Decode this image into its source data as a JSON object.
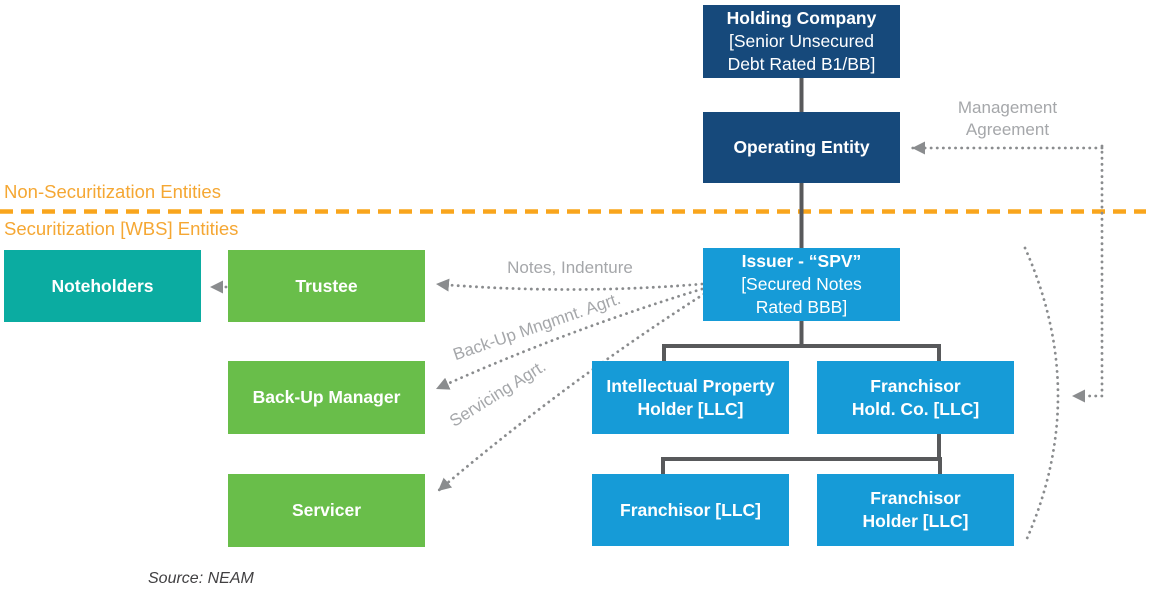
{
  "sections": {
    "non_securitization": "Non-Securitization Entities",
    "securitization": "Securitization [WBS] Entities"
  },
  "nodes": {
    "holding_company": {
      "lines": [
        "Holding Company"
      ],
      "subtitle": [
        "[Senior Unsecured",
        "Debt Rated B1/BB]"
      ]
    },
    "operating_entity": {
      "lines": [
        "Operating Entity"
      ]
    },
    "issuer_spv": {
      "lines": [
        "Issuer - “SPV”"
      ],
      "subtitle": [
        "[Secured Notes",
        "Rated BBB]"
      ]
    },
    "noteholders": {
      "lines": [
        "Noteholders"
      ]
    },
    "trustee": {
      "lines": [
        "Trustee"
      ]
    },
    "backup_manager": {
      "lines": [
        "Back-Up Manager"
      ]
    },
    "servicer": {
      "lines": [
        "Servicer"
      ]
    },
    "ip_holder": {
      "lines": [
        "Intellectual Property",
        "Holder [LLC]"
      ]
    },
    "franchisor_holdco": {
      "lines": [
        "Franchisor",
        "Hold. Co. [LLC]"
      ]
    },
    "franchisor": {
      "lines": [
        "Franchisor [LLC]"
      ]
    },
    "franchisor_holder": {
      "lines": [
        "Franchisor",
        "Holder [LLC]"
      ]
    }
  },
  "edges": {
    "management_agreement": [
      "Management",
      "Agreement"
    ],
    "notes_indenture": "Notes, Indenture",
    "backup_management": "Back-Up Mngmnt. Agrt.",
    "servicing": "Servicing Agrt."
  },
  "source": "Source: NEAM",
  "colors": {
    "dark_blue": "#16497B",
    "light_blue": "#169BD7",
    "teal": "#0BACA1",
    "green": "#69BE4A",
    "orange": "#F5A733",
    "divider_orange": "#F9A51C",
    "solid_connector_gray": "#58595B",
    "dotted_connector_gray": "#8A8C8E",
    "edge_label_gray": "#A5A7AA",
    "source_text_gray": "#414042"
  }
}
